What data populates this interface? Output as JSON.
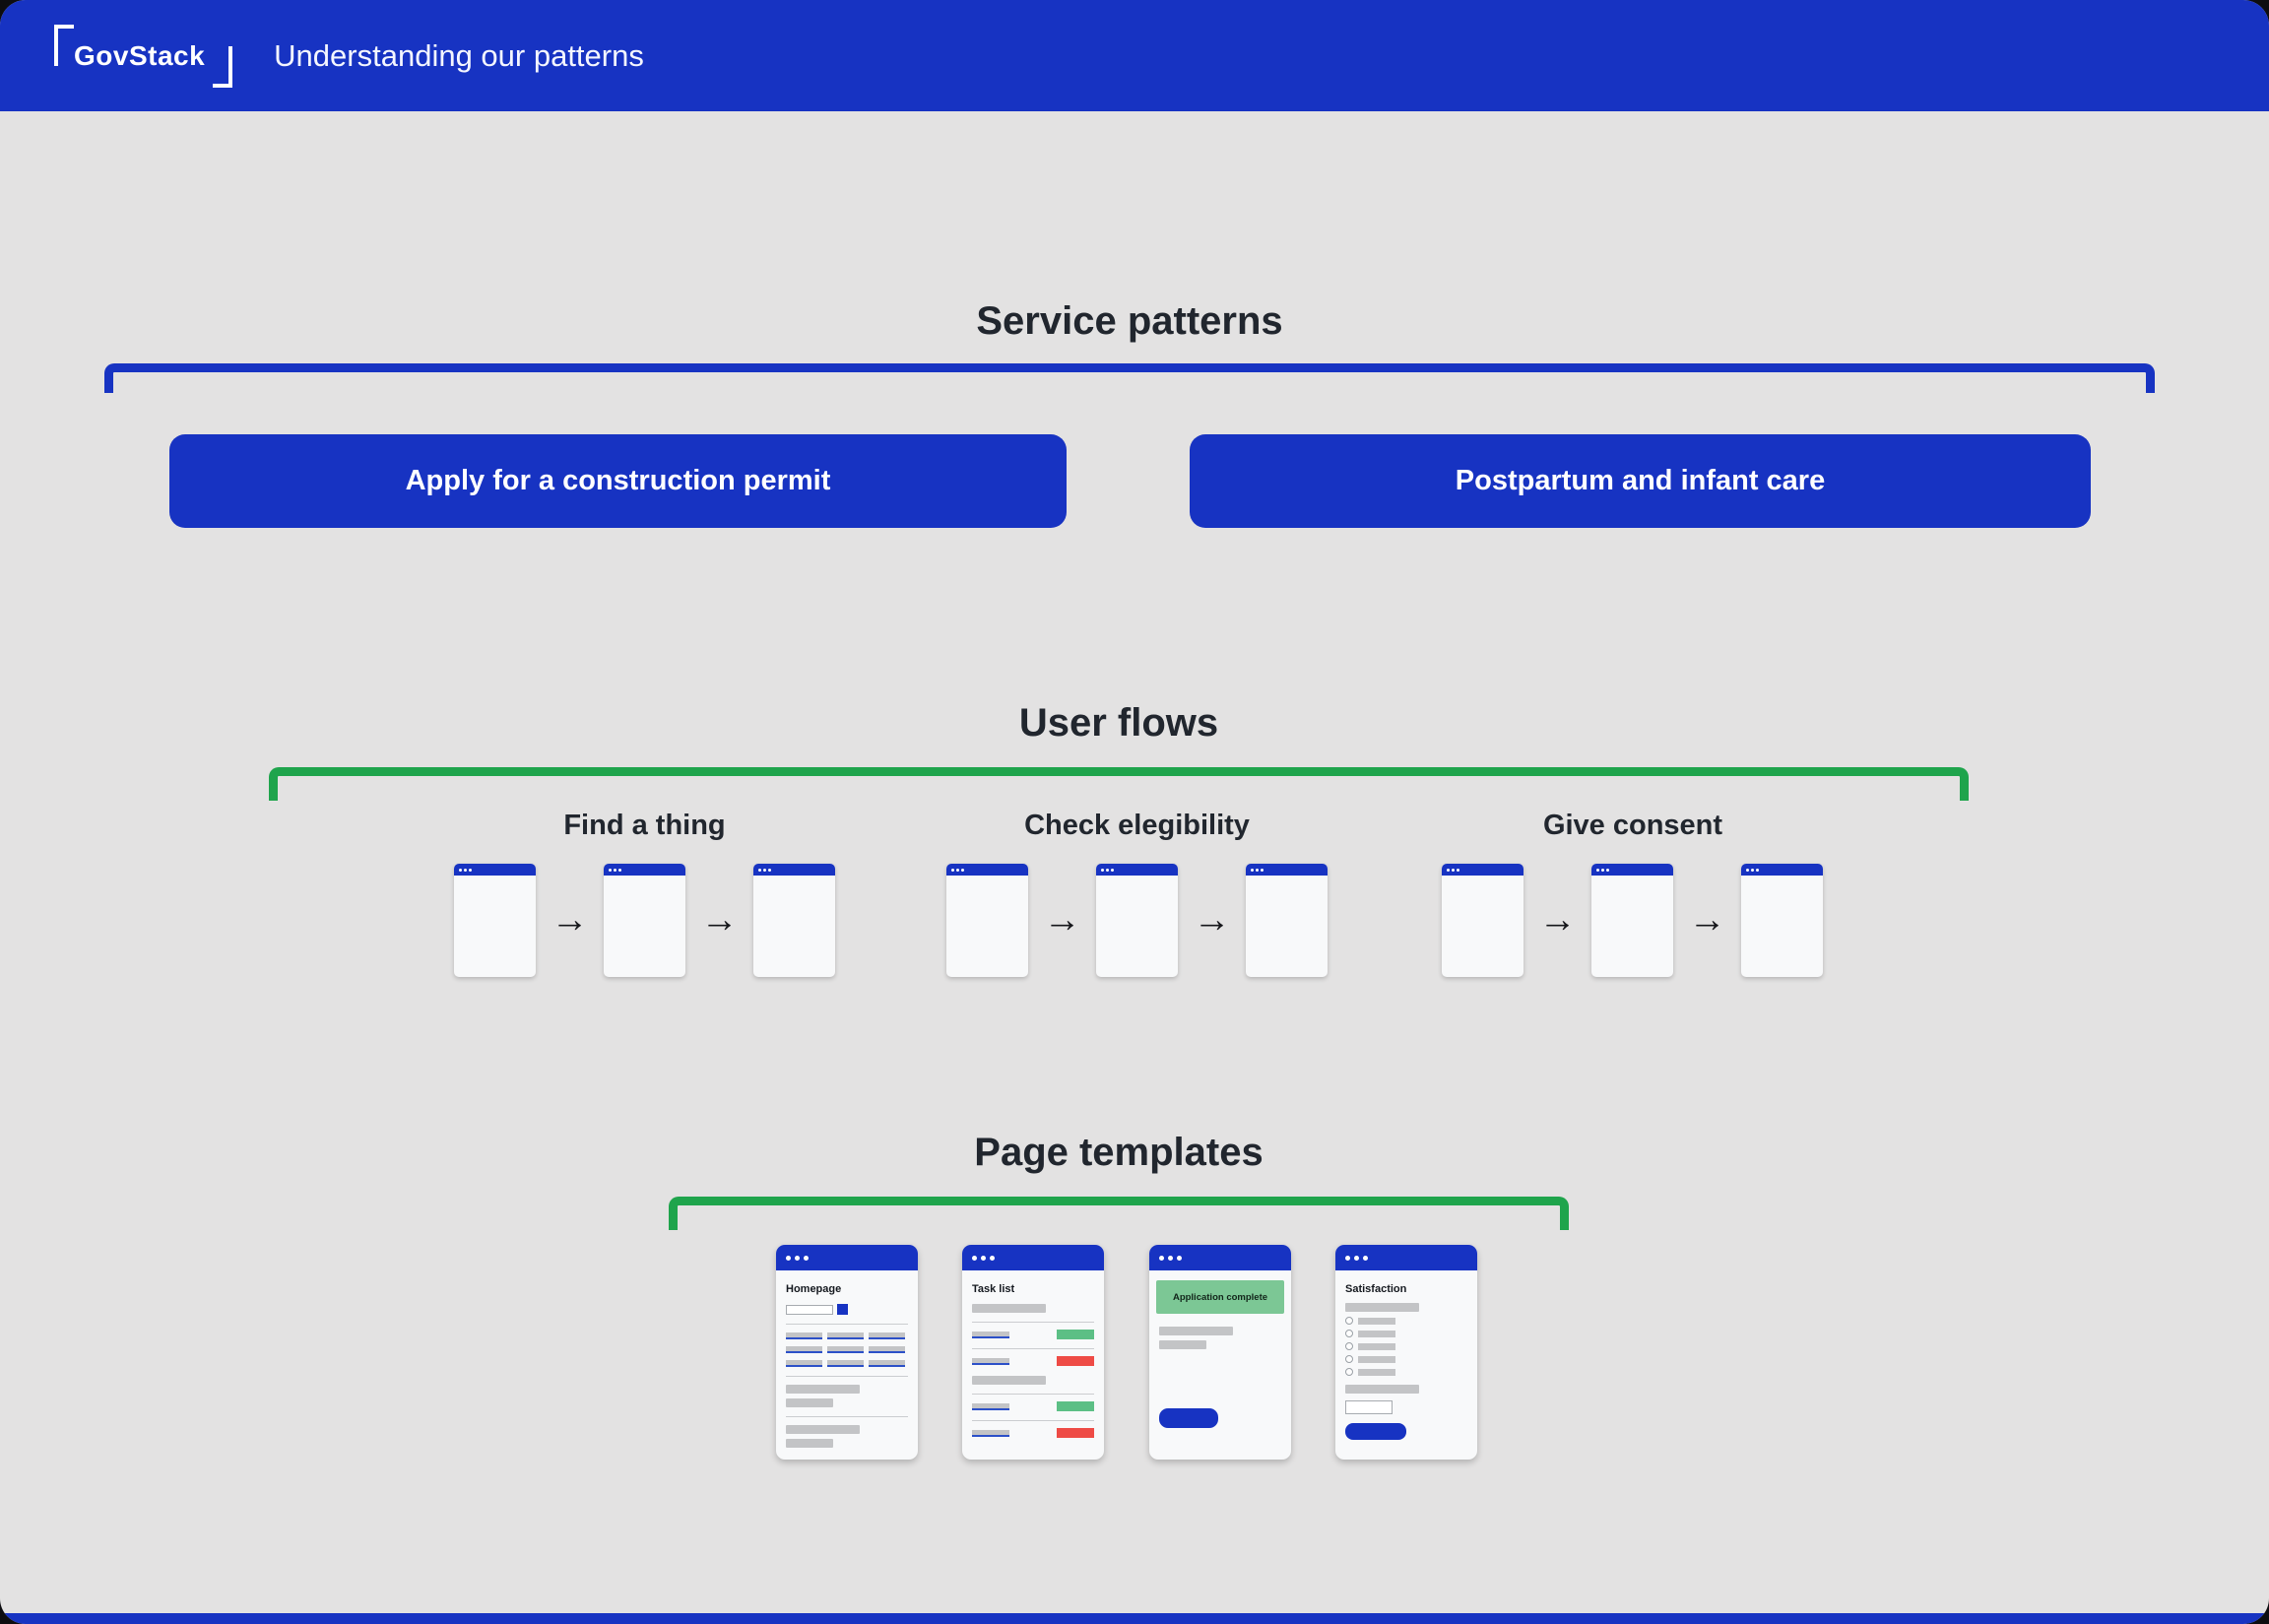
{
  "header": {
    "logo": "GovStack",
    "title": "Understanding our patterns"
  },
  "service_patterns": {
    "title": "Service patterns",
    "buttons": [
      {
        "label": "Apply for a construction permit"
      },
      {
        "label": "Postpartum and infant care"
      }
    ]
  },
  "user_flows": {
    "title": "User flows",
    "flows": [
      {
        "label": "Find a thing",
        "screens": 3
      },
      {
        "label": "Check elegibility",
        "screens": 3
      },
      {
        "label": "Give consent",
        "screens": 3
      }
    ]
  },
  "page_templates": {
    "title": "Page templates",
    "cards": [
      {
        "label": "Homepage"
      },
      {
        "label": "Task list"
      },
      {
        "label": "Application complete"
      },
      {
        "label": "Satisfaction"
      }
    ]
  },
  "icons": {
    "arrow_right": "→",
    "window_dots": "three-dots"
  },
  "colors": {
    "brand_blue": "#1733c2",
    "bracket_green": "#1fa44c",
    "badge_green": "#5cbf85",
    "panel_green": "#7cc795",
    "badge_red": "#ee4b45",
    "background_gray": "#e3e2e2",
    "text_dark": "#21262e"
  }
}
